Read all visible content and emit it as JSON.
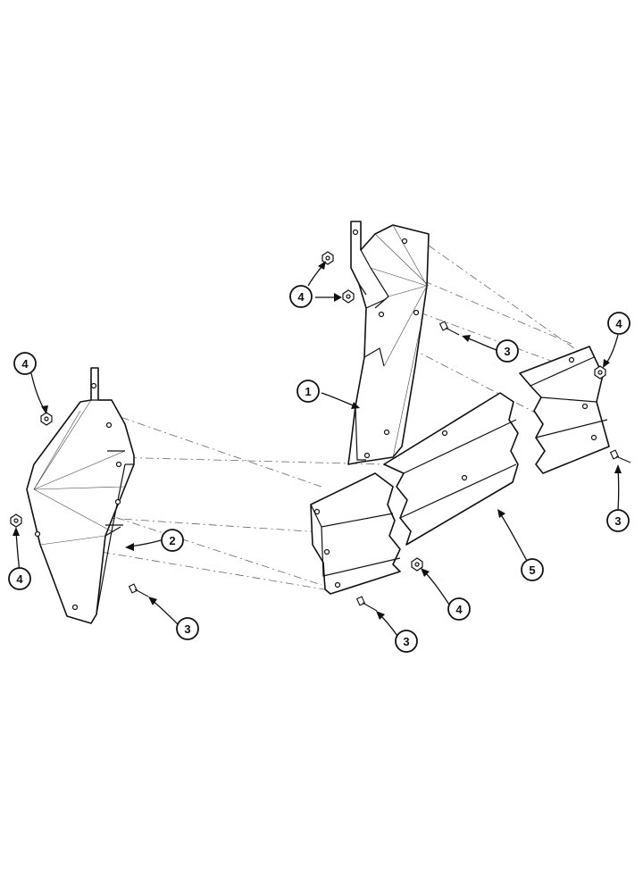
{
  "callouts": [
    {
      "id": "c1",
      "label": "1"
    },
    {
      "id": "c2",
      "label": "2"
    },
    {
      "id": "c3a",
      "label": "3"
    },
    {
      "id": "c3b",
      "label": "3"
    },
    {
      "id": "c3c",
      "label": "3"
    },
    {
      "id": "c3d",
      "label": "3"
    },
    {
      "id": "c4a",
      "label": "4"
    },
    {
      "id": "c4b",
      "label": "4"
    },
    {
      "id": "c4c",
      "label": "4"
    },
    {
      "id": "c4d",
      "label": "4"
    },
    {
      "id": "c4e",
      "label": "4"
    },
    {
      "id": "c5",
      "label": "5"
    }
  ]
}
